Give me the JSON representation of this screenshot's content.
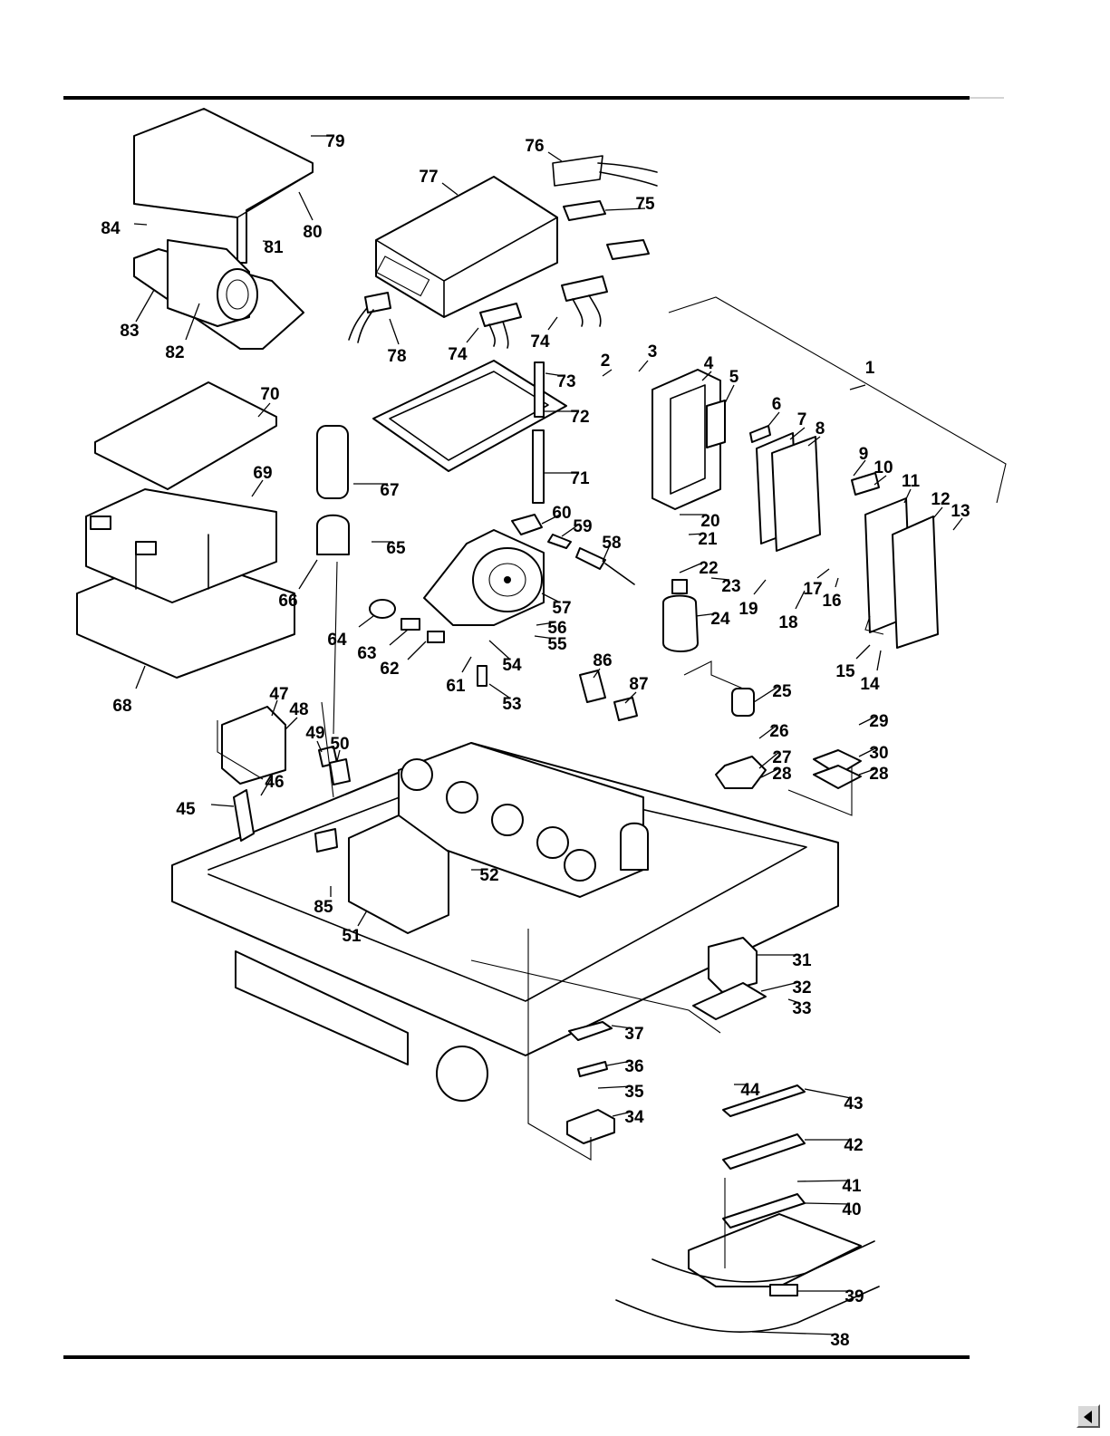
{
  "callouts": [
    "1",
    "2",
    "3",
    "4",
    "5",
    "6",
    "7",
    "8",
    "9",
    "10",
    "11",
    "12",
    "13",
    "14",
    "15",
    "16",
    "17",
    "18",
    "19",
    "20",
    "21",
    "22",
    "23",
    "24",
    "25",
    "26",
    "27",
    "28",
    "28",
    "29",
    "30",
    "31",
    "32",
    "33",
    "34",
    "35",
    "36",
    "37",
    "38",
    "39",
    "40",
    "41",
    "42",
    "43",
    "44",
    "45",
    "46",
    "47",
    "48",
    "49",
    "50",
    "51",
    "52",
    "53",
    "54",
    "55",
    "56",
    "57",
    "58",
    "59",
    "60",
    "61",
    "62",
    "63",
    "64",
    "65",
    "66",
    "67",
    "68",
    "69",
    "70",
    "71",
    "72",
    "73",
    "74",
    "74",
    "75",
    "76",
    "77",
    "78",
    "79",
    "80",
    "81",
    "82",
    "83",
    "84",
    "85",
    "86",
    "87"
  ],
  "nav": {
    "prev_icon": "triangle-left-icon"
  },
  "colors": {
    "ink": "#000000",
    "paper": "#ffffff"
  }
}
